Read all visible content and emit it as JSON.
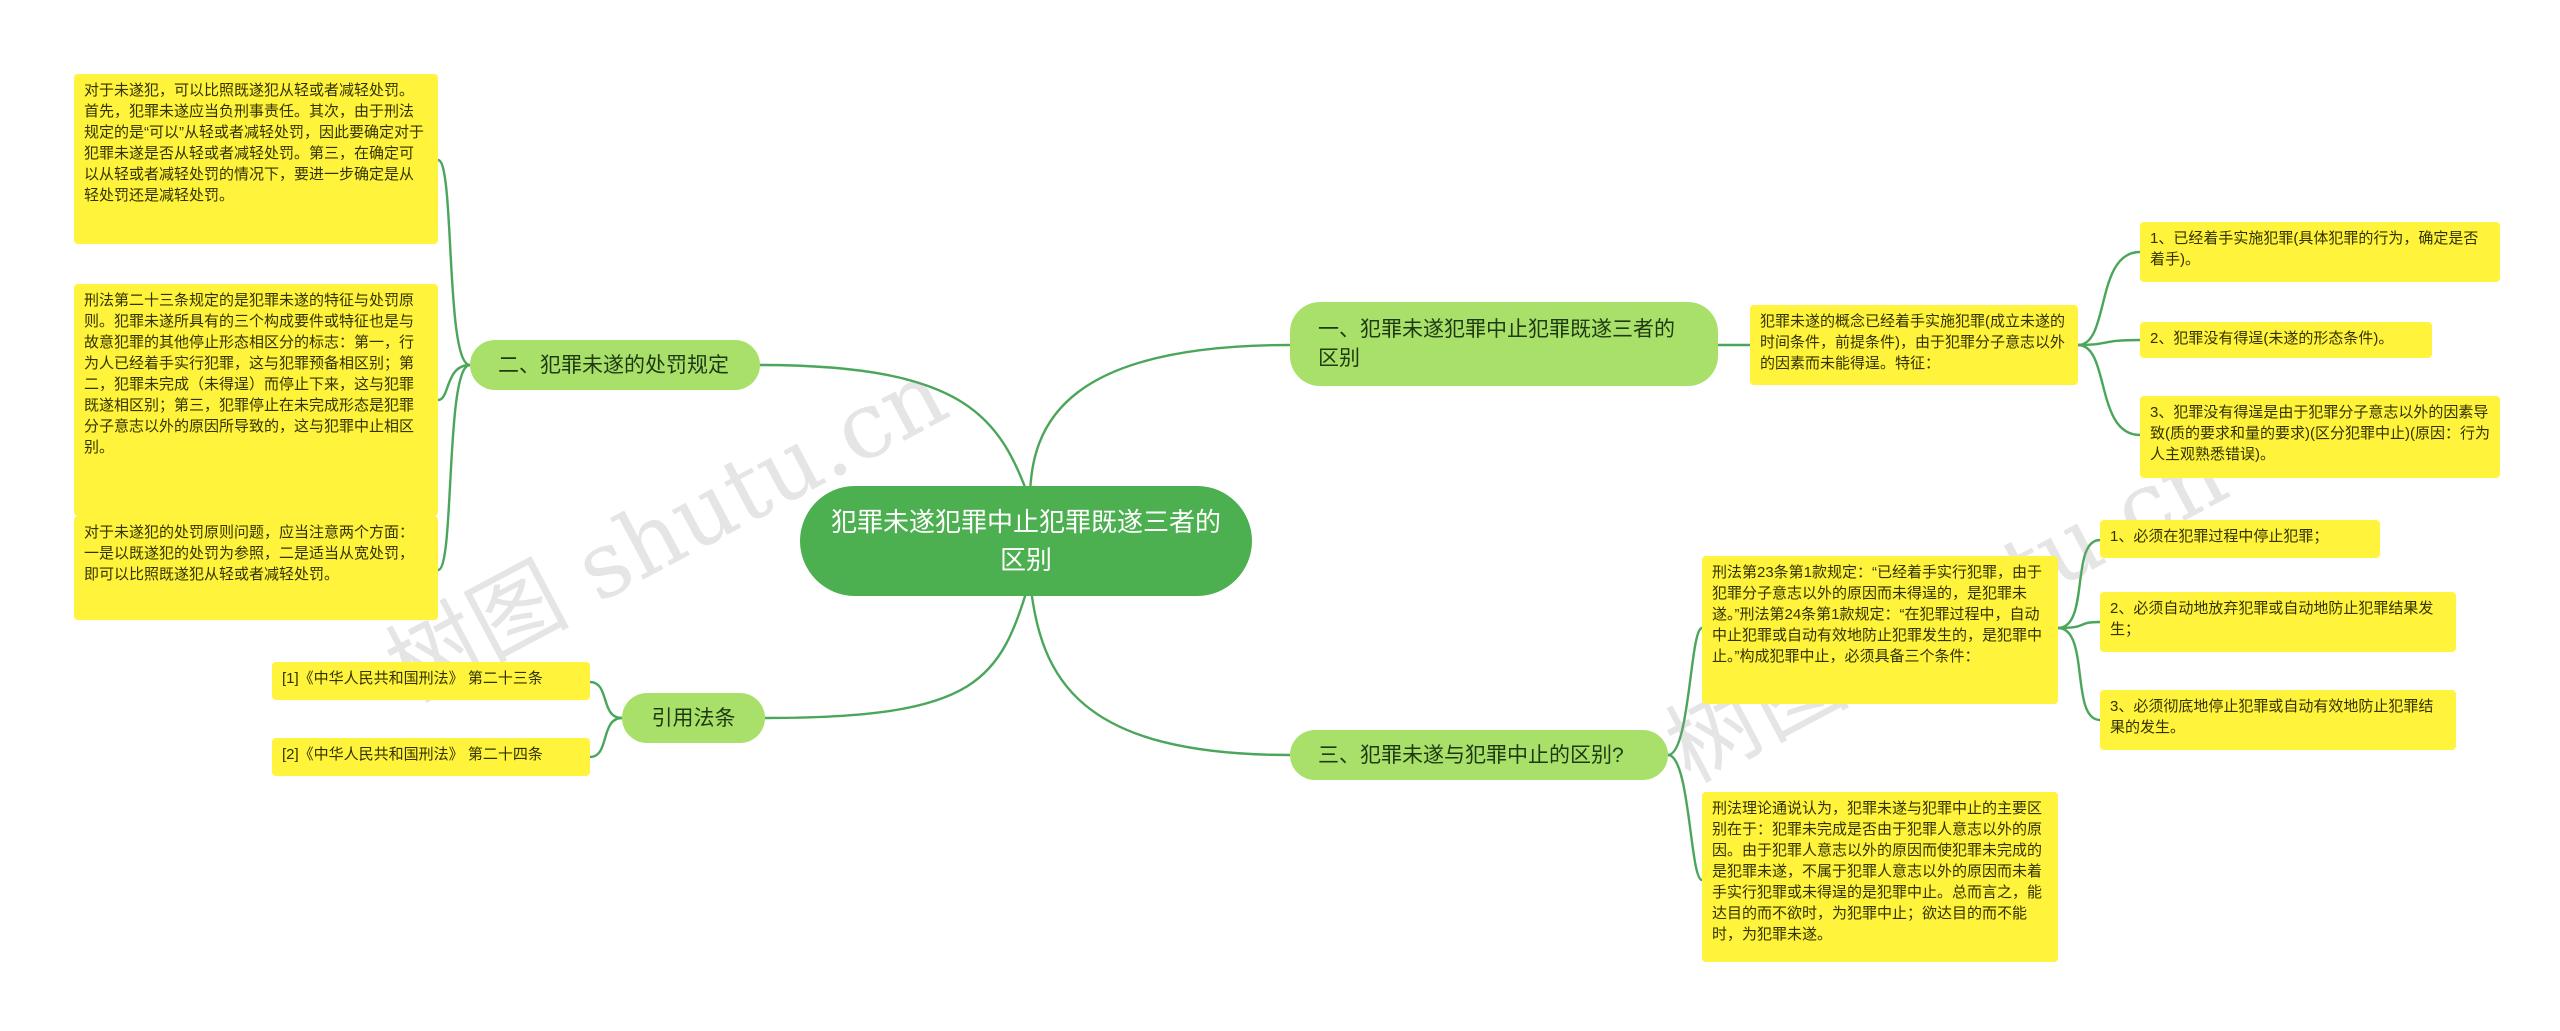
{
  "watermarks": [
    "树图 shutu.cn",
    "树图 shutu.cn"
  ],
  "root": {
    "label": "犯罪未遂犯罪中止犯罪既遂三者的区别"
  },
  "branches": {
    "b1": {
      "label": "一、犯罪未遂犯罪中止犯罪既遂三者的区别"
    },
    "b2": {
      "label": "二、犯罪未遂的处罚规定"
    },
    "b3": {
      "label": "三、犯罪未遂与犯罪中止的区别?"
    },
    "b4": {
      "label": "引用法条"
    }
  },
  "leaves": {
    "b1_mid": "犯罪未遂的概念已经着手实施犯罪(成立未遂的时间条件，前提条件)，由于犯罪分子意志以外的因素而未能得逞。特征：",
    "b1_r1": "1、已经着手实施犯罪(具体犯罪的行为，确定是否着手)。",
    "b1_r2": "2、犯罪没有得逞(未遂的形态条件)。",
    "b1_r3": "3、犯罪没有得逞是由于犯罪分子意志以外的因素导致(质的要求和量的要求)(区分犯罪中止)(原因：行为人主观熟悉错误)。",
    "b2_l1": "对于未遂犯，可以比照既遂犯从轻或者减轻处罚。首先，犯罪未遂应当负刑事责任。其次，由于刑法规定的是“可以”从轻或者减轻处罚，因此要确定对于犯罪未遂是否从轻或者减轻处罚。第三，在确定可以从轻或者减轻处罚的情况下，要进一步确定是从轻处罚还是减轻处罚。",
    "b2_l2": "刑法第二十三条规定的是犯罪未遂的特征与处罚原则。犯罪未遂所具有的三个构成要件或特征也是与故意犯罪的其他停止形态相区分的标志：第一，行为人已经着手实行犯罪，这与犯罪预备相区别；第二，犯罪未完成（未得逞）而停止下来，这与犯罪既遂相区别；第三，犯罪停止在未完成形态是犯罪分子意志以外的原因所导致的，这与犯罪中止相区别。",
    "b2_l3": "对于未遂犯的处罚原则问题，应当注意两个方面：一是以既遂犯的处罚为参照，二是适当从宽处罚，即可以比照既遂犯从轻或者减轻处罚。",
    "b3_mid1": "刑法第23条第1款规定：“已经着手实行犯罪，由于犯罪分子意志以外的原因而未得逞的，是犯罪未遂。”刑法第24条第1款规定：“在犯罪过程中，自动中止犯罪或自动有效地防止犯罪发生的，是犯罪中止。”构成犯罪中止，必须具备三个条件：",
    "b3_mid2": "刑法理论通说认为，犯罪未遂与犯罪中止的主要区别在于：犯罪未完成是否由于犯罪人意志以外的原因。由于犯罪人意志以外的原因而使犯罪未完成的是犯罪未遂，不属于犯罪人意志以外的原因而未着手实行犯罪或未得逞的是犯罪中止。总而言之，能达目的而不欲时，为犯罪中止；欲达目的而不能时，为犯罪未遂。",
    "b3_r1": "1、必须在犯罪过程中停止犯罪；",
    "b3_r2": "2、必须自动地放弃犯罪或自动地防止犯罪结果发生；",
    "b3_r3": "3、必须彻底地停止犯罪或自动有效地防止犯罪结果的发生。",
    "b4_l1": "[1]《中华人民共和国刑法》 第二十三条",
    "b4_l2": "[2]《中华人民共和国刑法》 第二十四条"
  }
}
